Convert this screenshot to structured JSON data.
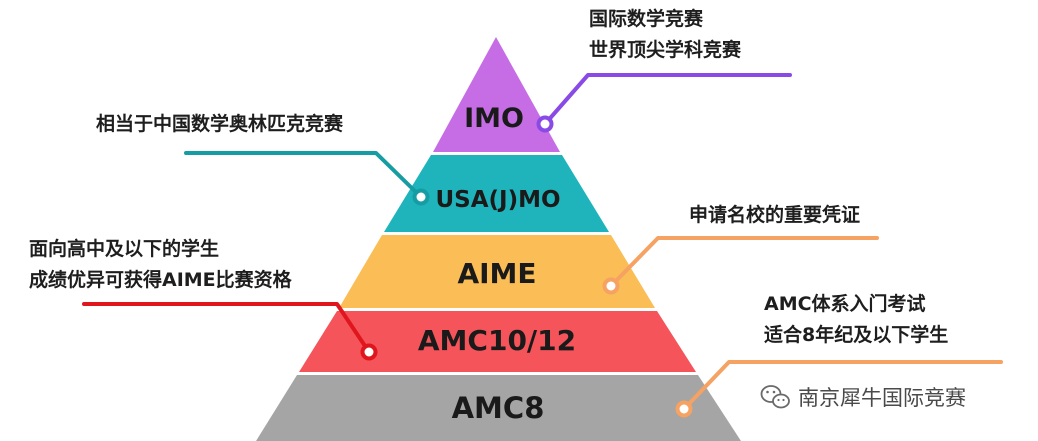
{
  "pyramid": {
    "levels": [
      {
        "label": "IMO",
        "color": "#c66de6"
      },
      {
        "label": "USA(J)MO",
        "color": "#1fb4bb"
      },
      {
        "label": "AIME",
        "color": "#fbbd55"
      },
      {
        "label": "AMC10/12",
        "color": "#f4545a"
      },
      {
        "label": "AMC8",
        "color": "#a5a5a5"
      }
    ]
  },
  "annotations": {
    "imo": {
      "lines": [
        "国际数学竞赛",
        "世界顶尖学科竞赛"
      ],
      "color": "#8a4ae6"
    },
    "usajmo": {
      "lines": [
        "相当于中国数学奥林匹克竞赛"
      ],
      "color": "#169ca3"
    },
    "aime": {
      "lines": [
        "申请名校的重要凭证"
      ],
      "color": "#f5a262"
    },
    "amc1012": {
      "lines": [
        "面向高中及以下的学生",
        "成绩优异可获得AIME比赛资格"
      ],
      "color": "#e0161e"
    },
    "amc8": {
      "lines": [
        "AMC体系入门考试",
        "适合8年纪及以下学生"
      ],
      "color": "#f5a262"
    }
  },
  "watermark": {
    "text": "南京犀牛国际竞赛",
    "icon": "wechat-icon"
  }
}
